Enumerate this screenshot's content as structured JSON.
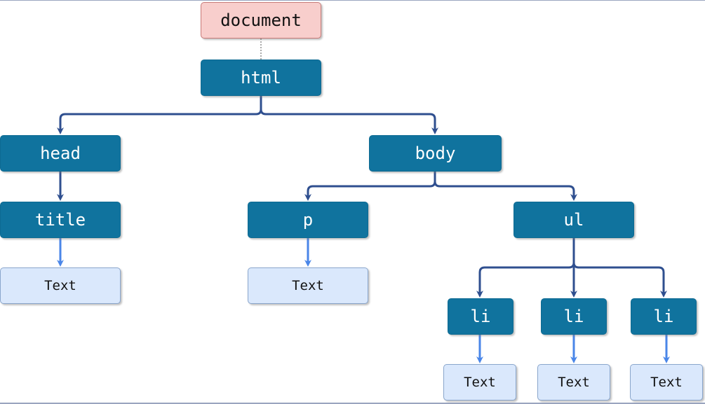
{
  "diagram": {
    "type": "tree",
    "colors": {
      "root_fill": "#f8cecc",
      "element_fill": "#10739e",
      "text_fill": "#dae8fc",
      "element_edge": "#2f4f8f",
      "text_edge": "#4a86e8"
    },
    "nodes": {
      "document": "document",
      "html": "html",
      "head": "head",
      "body": "body",
      "title": "title",
      "p": "p",
      "ul": "ul",
      "li_1": "li",
      "li_2": "li",
      "li_3": "li",
      "text_title": "Text",
      "text_p": "Text",
      "text_li_1": "Text",
      "text_li_2": "Text",
      "text_li_3": "Text"
    },
    "edges": [
      {
        "from": "document",
        "to": "html",
        "style": "dotted"
      },
      {
        "from": "html",
        "to": "head",
        "style": "element"
      },
      {
        "from": "html",
        "to": "body",
        "style": "element"
      },
      {
        "from": "head",
        "to": "title",
        "style": "element"
      },
      {
        "from": "body",
        "to": "p",
        "style": "element"
      },
      {
        "from": "body",
        "to": "ul",
        "style": "element"
      },
      {
        "from": "ul",
        "to": "li_1",
        "style": "element"
      },
      {
        "from": "ul",
        "to": "li_2",
        "style": "element"
      },
      {
        "from": "ul",
        "to": "li_3",
        "style": "element"
      },
      {
        "from": "title",
        "to": "text_title",
        "style": "text"
      },
      {
        "from": "p",
        "to": "text_p",
        "style": "text"
      },
      {
        "from": "li_1",
        "to": "text_li_1",
        "style": "text"
      },
      {
        "from": "li_2",
        "to": "text_li_2",
        "style": "text"
      },
      {
        "from": "li_3",
        "to": "text_li_3",
        "style": "text"
      }
    ]
  }
}
